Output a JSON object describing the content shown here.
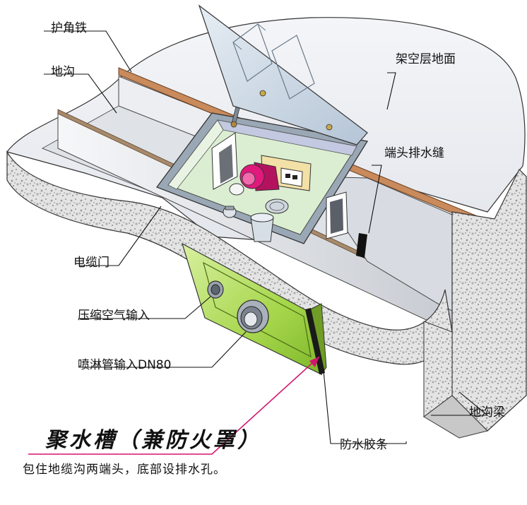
{
  "labels": {
    "corner_iron": "护角铁",
    "trench": "地沟",
    "raised_floor": "架空层地面",
    "end_drain_slot": "端头排水缝",
    "cable_door": "电缆门",
    "compressed_air_input": "压缩空气输入",
    "spray_pipe_input": "喷淋管输入DN80",
    "trench_beam": "地沟梁",
    "waterproof_strip": "防水胶条"
  },
  "title": "聚水槽（兼防火罩）",
  "caption": "包住地缆沟两端头，底部设排水孔。",
  "colors": {
    "floor": "#eef0f4",
    "concrete": "#d9d9d9",
    "corner_iron": "#c98a5c",
    "box_green": "#a6d64b",
    "lid": "#c9d6e3",
    "pump": "#e0197d",
    "arrow": "#d4146e"
  }
}
